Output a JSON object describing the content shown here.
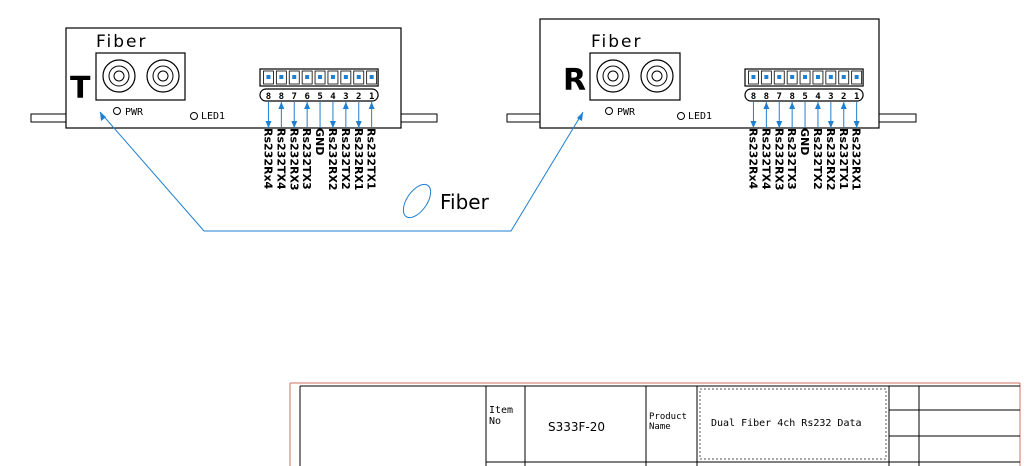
{
  "left_device": {
    "section_label": "Fiber",
    "letter": "T",
    "pwr_label": "PWR",
    "led_label": "LED1",
    "terminal_numbers": [
      "8",
      "8",
      "7",
      "6",
      "5",
      "4",
      "3",
      "2",
      "1"
    ],
    "signals": [
      "Rs232Rx4",
      "Rs232TX4",
      "Rs232RX3",
      "Rs232TX3",
      "GND",
      "Rs232RX2",
      "Rs232TX2",
      "Rs232RX1",
      "Rs232TX1"
    ],
    "arrow_dirs": [
      "down",
      "up",
      "down",
      "up",
      "none",
      "down",
      "up",
      "down",
      "up"
    ]
  },
  "right_device": {
    "section_label": "Fiber",
    "letter": "R",
    "pwr_label": "PWR",
    "led_label": "LED1",
    "terminal_numbers": [
      "8",
      "8",
      "7",
      "8",
      "5",
      "4",
      "3",
      "2",
      "1"
    ],
    "signals": [
      "Rs232Rx4",
      "Rs232TX4",
      "Rs232RX3",
      "Rs232TX3",
      "GND",
      "Rs232TX2",
      "Rs232RX2",
      "Rs232TX1",
      "Rs232RX1"
    ],
    "arrow_dirs": [
      "down",
      "up",
      "down",
      "up",
      "none",
      "up",
      "down",
      "up",
      "down"
    ]
  },
  "fiber_link_label": "Fiber",
  "colors": {
    "line": "#000000",
    "link": "#1f7fd0",
    "terminal": "#1f7fd0",
    "title_border": "#d07060"
  },
  "title_block": {
    "item_no_label": "Item\nNo",
    "item_no_value": "S333F-20",
    "product_name_label": "Product\nName",
    "product_name_value": "Dual Fiber 4ch Rs232 Data"
  }
}
